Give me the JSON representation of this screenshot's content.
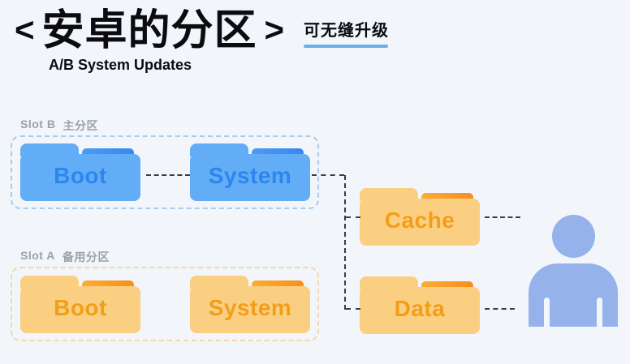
{
  "header": {
    "bracket_left": "<",
    "title": "安卓的分区",
    "bracket_right": ">",
    "badge": "可无缝升级",
    "subtitle": "A/B System Updates"
  },
  "slots": [
    {
      "name": "Slot B",
      "tag": "主分区",
      "theme": "blue",
      "folders": [
        {
          "label": "Boot"
        },
        {
          "label": "System"
        }
      ]
    },
    {
      "name": "Slot A",
      "tag": "备用分区",
      "theme": "yellow",
      "folders": [
        {
          "label": "Boot"
        },
        {
          "label": "System"
        }
      ]
    }
  ],
  "shared_folders": [
    {
      "label": "Cache"
    },
    {
      "label": "Data"
    }
  ],
  "person": {
    "icon": "user-icon"
  },
  "colors": {
    "background": "#F2F6FB",
    "title_text": "#0C0C10",
    "badge_underline": "#69B1E4",
    "slot_label": "#99A1AC",
    "blue_folder_body": "#63ACF6",
    "blue_folder_stripe": "#3E8EF0",
    "blue_folder_text": "#2B87ED",
    "yellow_folder_body": "#FBCF81",
    "yellow_folder_stripe": "#F89F27",
    "yellow_folder_text": "#F29E18",
    "slot_b_border": "#A9CBEB",
    "slot_a_border": "#F5D9A2",
    "connector": "#3C3C42",
    "person": "#95B3EA"
  }
}
